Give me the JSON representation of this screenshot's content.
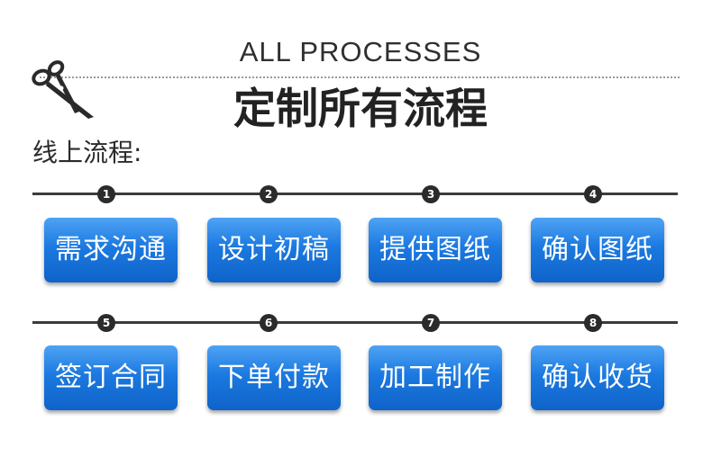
{
  "header": {
    "title_en": "ALL PROCESSES",
    "title_cn": "定制所有流程",
    "subheading": "线上流程:"
  },
  "steps": [
    {
      "number": "1",
      "label": "需求沟通"
    },
    {
      "number": "2",
      "label": "设计初稿"
    },
    {
      "number": "3",
      "label": "提供图纸"
    },
    {
      "number": "4",
      "label": "确认图纸"
    },
    {
      "number": "5",
      "label": "签订合同"
    },
    {
      "number": "6",
      "label": "下单付款"
    },
    {
      "number": "7",
      "label": "加工制作"
    },
    {
      "number": "8",
      "label": "确认收货"
    }
  ],
  "icons": {
    "decoration": "scissors-icon"
  },
  "colors": {
    "button_top": "#4fa3f4",
    "button_bottom": "#0f63c9",
    "line": "#3b3b3b",
    "text_dark": "#222222"
  }
}
